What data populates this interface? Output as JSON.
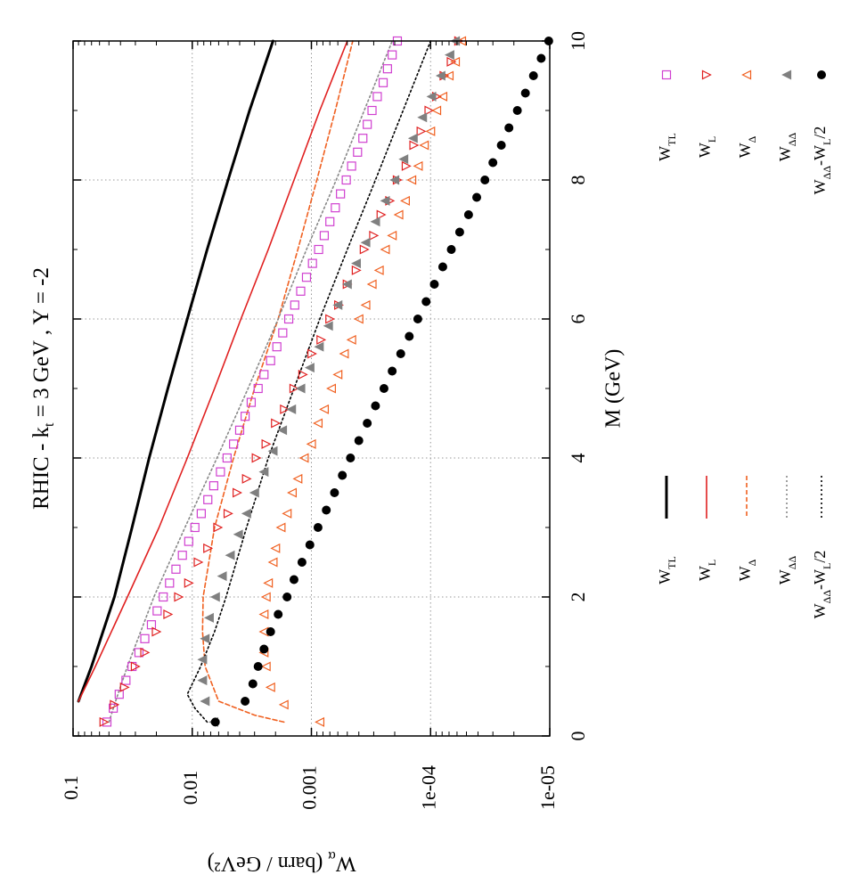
{
  "chart_data": {
    "type": "line",
    "title": "RHIC  -  k_t = 3 GeV , Y = -2",
    "xlabel": "M  (GeV)",
    "ylabel": "W_α (barn / GeV²)",
    "xlim": [
      0,
      10
    ],
    "ylim": [
      1e-05,
      0.1
    ],
    "yscale": "log",
    "grid": true,
    "orientation": "rotated 90° counter-clockwise (M axis runs along the right edge)",
    "x_ticks": [
      "0",
      "2",
      "4",
      "6",
      "8",
      "10"
    ],
    "y_ticks": [
      "0.1",
      "0.01",
      "0.001",
      "1e-04",
      "1e-05"
    ],
    "legend_lines": [
      {
        "name": "W_TL",
        "color": "#000000",
        "dash": "solid",
        "width": 3
      },
      {
        "name": "W_L",
        "color": "#e02020",
        "dash": "solid",
        "width": 1.6
      },
      {
        "name": "W_Δ",
        "color": "#f06020",
        "dash": "dashed",
        "width": 1.6
      },
      {
        "name": "W_ΔΔ",
        "color": "#888888",
        "dash": "dotted",
        "width": 1.6
      },
      {
        "name": "W_ΔΔ-W_L/2",
        "color": "#000000",
        "dash": "dotted",
        "width": 1.6
      }
    ],
    "legend_points": [
      {
        "name": "W_TL",
        "marker": "square",
        "color": "#d040d0"
      },
      {
        "name": "W_L",
        "marker": "triangle-right",
        "color": "#e02020"
      },
      {
        "name": "W_Δ",
        "marker": "triangle-left",
        "color": "#f06020"
      },
      {
        "name": "W_ΔΔ",
        "marker": "filled-triangle",
        "color": "#808080"
      },
      {
        "name": "W_ΔΔ-W_L/2",
        "marker": "filled-circle",
        "color": "#000000"
      }
    ],
    "line_series": [
      {
        "name": "W_TL",
        "x": [
          0.5,
          1,
          2,
          3,
          4,
          5,
          6,
          7,
          8,
          9,
          10
        ],
        "y": [
          0.09,
          0.07,
          0.045,
          0.032,
          0.023,
          0.016,
          0.011,
          0.0075,
          0.005,
          0.0033,
          0.0021
        ]
      },
      {
        "name": "W_L",
        "x": [
          0.5,
          1,
          2,
          3,
          4,
          5,
          6,
          7,
          8,
          9,
          10
        ],
        "y": [
          0.09,
          0.065,
          0.035,
          0.019,
          0.011,
          0.0065,
          0.0039,
          0.0023,
          0.0014,
          0.00085,
          0.0005
        ]
      },
      {
        "name": "W_Δ",
        "x": [
          0.2,
          0.3,
          0.5,
          1,
          1.5,
          2,
          3,
          4,
          5,
          6,
          7,
          8,
          9,
          10
        ],
        "y": [
          0.0017,
          0.003,
          0.006,
          0.0078,
          0.0082,
          0.0081,
          0.0065,
          0.0045,
          0.003,
          0.0019,
          0.0013,
          0.0009,
          0.00063,
          0.00045
        ]
      },
      {
        "name": "W_ΔΔ",
        "x": [
          0.2,
          0.5,
          1,
          2,
          3,
          4,
          5,
          6,
          7,
          8,
          9,
          10
        ],
        "y": [
          0.05,
          0.044,
          0.035,
          0.021,
          0.0115,
          0.0062,
          0.0034,
          0.0019,
          0.0011,
          0.00062,
          0.00036,
          0.00021
        ]
      },
      {
        "name": "W_ΔΔ-W_L/2",
        "x": [
          0.2,
          0.4,
          0.6,
          1,
          1.5,
          2,
          3,
          4,
          5,
          6,
          7,
          8,
          9,
          10
        ],
        "y": [
          0.0075,
          0.0095,
          0.011,
          0.0085,
          0.0065,
          0.0052,
          0.0035,
          0.0023,
          0.0014,
          0.00085,
          0.0005,
          0.00029,
          0.00017,
          0.0001
        ]
      }
    ],
    "point_series": [
      {
        "name": "W_TL",
        "x": [
          0.2,
          0.4,
          0.6,
          0.8,
          1,
          1.2,
          1.4,
          1.6,
          1.8,
          2,
          2.2,
          2.4,
          2.6,
          2.8,
          3,
          3.2,
          3.4,
          3.6,
          3.8,
          4,
          4.2,
          4.4,
          4.6,
          4.8,
          5,
          5.2,
          5.4,
          5.6,
          5.8,
          6,
          6.2,
          6.4,
          6.6,
          6.8,
          7,
          7.2,
          7.4,
          7.6,
          7.8,
          8,
          8.2,
          8.4,
          8.6,
          8.8,
          9,
          9.2,
          9.4,
          9.6,
          9.8,
          10
        ],
        "y": [
          0.052,
          0.046,
          0.041,
          0.036,
          0.032,
          0.028,
          0.025,
          0.022,
          0.0197,
          0.0175,
          0.0155,
          0.0137,
          0.0121,
          0.0107,
          0.0095,
          0.0084,
          0.0074,
          0.0066,
          0.0058,
          0.0051,
          0.0045,
          0.004,
          0.0036,
          0.0032,
          0.0028,
          0.0025,
          0.0022,
          0.00195,
          0.00174,
          0.00155,
          0.00138,
          0.00123,
          0.0011,
          0.00098,
          0.00087,
          0.00078,
          0.0007,
          0.00063,
          0.00057,
          0.00051,
          0.00046,
          0.00041,
          0.00037,
          0.00034,
          0.00031,
          0.00028,
          0.00025,
          0.00023,
          0.00021,
          0.00019
        ]
      },
      {
        "name": "W_L",
        "x": [
          0.2,
          0.45,
          0.7,
          1,
          1.2,
          1.5,
          1.75,
          2,
          2.2,
          2.5,
          2.7,
          3,
          3.2,
          3.5,
          3.7,
          4,
          4.2,
          4.5,
          4.7,
          5,
          5.2,
          5.5,
          5.7,
          6,
          6.2,
          6.5,
          6.7,
          7,
          7.2,
          7.5,
          7.7,
          8,
          8.2,
          8.5,
          8.7,
          9,
          9.2,
          9.5,
          9.7,
          10
        ],
        "y": [
          0.055,
          0.045,
          0.037,
          0.03,
          0.025,
          0.02,
          0.016,
          0.013,
          0.0107,
          0.0089,
          0.0074,
          0.0061,
          0.005,
          0.0042,
          0.0035,
          0.0029,
          0.0024,
          0.002,
          0.00168,
          0.0014,
          0.00118,
          0.00099,
          0.00083,
          0.0007,
          0.00059,
          0.0005,
          0.00042,
          0.00036,
          0.0003,
          0.00026,
          0.00022,
          0.00019,
          0.00016,
          0.000138,
          0.00012,
          0.000103,
          8.9e-05,
          7.7e-05,
          6.7e-05,
          5.8e-05
        ]
      },
      {
        "name": "W_Δ",
        "x": [
          0.2,
          0.45,
          0.7,
          1,
          1.2,
          1.5,
          1.75,
          2,
          2.2,
          2.5,
          2.7,
          3,
          3.2,
          3.5,
          3.7,
          4,
          4.2,
          4.5,
          4.7,
          5,
          5.2,
          5.5,
          5.7,
          6,
          6.2,
          6.5,
          6.7,
          7,
          7.2,
          7.5,
          7.7,
          8,
          8.2,
          8.5,
          8.7,
          9,
          9.2,
          9.5,
          9.7,
          10
        ],
        "y": [
          0.00085,
          0.0017,
          0.0022,
          0.0024,
          0.0025,
          0.0025,
          0.0025,
          0.0024,
          0.0023,
          0.0021,
          0.002,
          0.0018,
          0.0016,
          0.00145,
          0.0013,
          0.00115,
          0.001,
          0.00088,
          0.00078,
          0.00068,
          0.0006,
          0.00053,
          0.00046,
          0.0004,
          0.00035,
          0.00031,
          0.00027,
          0.00024,
          0.00021,
          0.000185,
          0.000163,
          0.000144,
          0.000127,
          0.000113,
          0.0001,
          8.9e-05,
          7.9e-05,
          7e-05,
          6.2e-05,
          5.5e-05
        ]
      },
      {
        "name": "W_ΔΔ",
        "x": [
          0.2,
          0.5,
          0.8,
          1.1,
          1.4,
          1.7,
          2,
          2.3,
          2.6,
          2.9,
          3.2,
          3.5,
          3.8,
          4.1,
          4.4,
          4.7,
          5,
          5.3,
          5.6,
          5.9,
          6.2,
          6.5,
          6.8,
          7.1,
          7.4,
          7.7,
          8,
          8.3,
          8.6,
          8.9,
          9.2,
          9.5,
          9.8,
          10
        ],
        "y": [
          0.0066,
          0.0078,
          0.0082,
          0.0082,
          0.0078,
          0.0072,
          0.0064,
          0.0056,
          0.0048,
          0.0041,
          0.0035,
          0.003,
          0.0025,
          0.0021,
          0.00175,
          0.00147,
          0.00123,
          0.00103,
          0.00086,
          0.00072,
          0.0006,
          0.0005,
          0.00042,
          0.00035,
          0.00029,
          0.00024,
          0.0002,
          0.000168,
          0.00014,
          0.000117,
          9.8e-05,
          8.2e-05,
          6.9e-05,
          6.2e-05
        ]
      },
      {
        "name": "W_ΔΔ-W_L/2",
        "x": [
          0.2,
          0.5,
          0.75,
          1,
          1.25,
          1.5,
          1.75,
          2,
          2.25,
          2.5,
          2.75,
          3,
          3.25,
          3.5,
          3.75,
          4,
          4.25,
          4.5,
          4.75,
          5,
          5.25,
          5.5,
          5.75,
          6,
          6.25,
          6.5,
          6.75,
          7,
          7.25,
          7.5,
          7.75,
          8,
          8.25,
          8.5,
          8.75,
          9,
          9.25,
          9.5,
          9.75,
          10
        ],
        "y": [
          0.0064,
          0.0036,
          0.0031,
          0.0028,
          0.0025,
          0.0022,
          0.0019,
          0.0016,
          0.0014,
          0.0012,
          0.00103,
          0.00088,
          0.00075,
          0.00064,
          0.00055,
          0.00047,
          0.0004,
          0.00034,
          0.00029,
          0.000246,
          0.00021,
          0.000178,
          0.000151,
          0.000128,
          0.000109,
          9.3e-05,
          7.9e-05,
          6.7e-05,
          5.7e-05,
          4.8e-05,
          4.1e-05,
          3.5e-05,
          3e-05,
          2.55e-05,
          2.2e-05,
          1.87e-05,
          1.6e-05,
          1.37e-05,
          1.18e-05,
          1.02e-05
        ]
      }
    ]
  }
}
